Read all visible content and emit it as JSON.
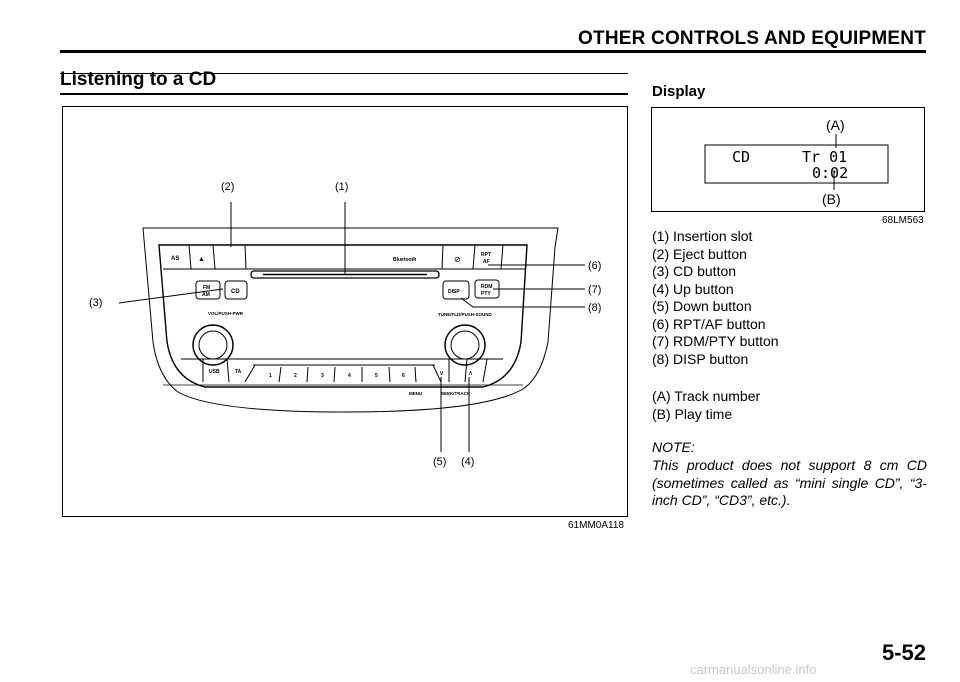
{
  "header": {
    "title": "OTHER CONTROLS AND EQUIPMENT"
  },
  "section": {
    "title": "Listening to a CD"
  },
  "figure": {
    "code": "61MM0A118",
    "callouts": [
      "(1)",
      "(2)",
      "(3)",
      "(4)",
      "(5)",
      "(6)",
      "(7)",
      "(8)"
    ],
    "panel_labels": {
      "as": "AS",
      "eject": "▲",
      "bluetooth": "Bluetooth",
      "mute": "⊘",
      "rpt": "RPT",
      "af": "AF",
      "fm": "FM",
      "am": "AM",
      "cd": "CD",
      "disp": "DISP",
      "rdm": "RDM",
      "pty": "PTY",
      "vol": "VOL/PUSH·PWR",
      "tune": "TUNE/FLD/PUSH·SOUND",
      "usb": "USB",
      "ta": "TA",
      "presets": [
        "1",
        "2",
        "3",
        "4",
        "5",
        "6"
      ],
      "down": "∨",
      "up": "∧",
      "menu": "MENU",
      "seek": "SEEK/TRACK"
    }
  },
  "display_section": {
    "title": "Display",
    "code": "68LM563",
    "label_a": "(A)",
    "label_b": "(B)",
    "lcd_source": "CD",
    "lcd_track": "Tr 01",
    "lcd_time": "0:02"
  },
  "legend": [
    "(1) Insertion slot",
    "(2) Eject button",
    "(3) CD button",
    "(4) Up button",
    "(5) Down button",
    "(6) RPT/AF button",
    "(7) RDM/PTY button",
    "(8) DISP button"
  ],
  "legend2": [
    "(A) Track number",
    "(B) Play time"
  ],
  "note": {
    "label": "NOTE:",
    "text": "This product does not support 8 cm CD (sometimes called as “mini single CD”, “3-inch CD”, “CD3”, etc.)."
  },
  "page": {
    "number": "5-52"
  },
  "watermark": "carmanualsonline.info"
}
